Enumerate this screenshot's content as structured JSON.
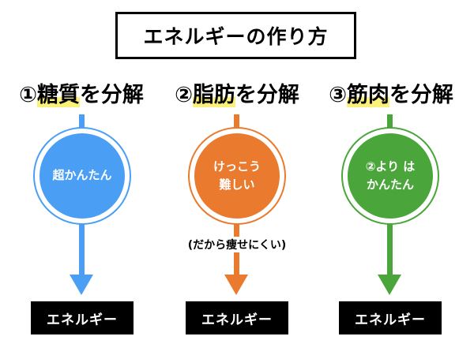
{
  "title": "エネルギーの作り方",
  "colors": {
    "blue": "#4a9ff5",
    "orange": "#ea7a2e",
    "green": "#4aa63a",
    "highlight": "#fbf07a"
  },
  "columns": [
    {
      "number": "①",
      "highlight": "糖質",
      "suffix": "を分解",
      "circle_lines": [
        "超かんたん"
      ],
      "output": "エネルギー"
    },
    {
      "number": "②",
      "highlight": "脂肪",
      "suffix": "を分解",
      "circle_lines": [
        "けっこう",
        "難しい"
      ],
      "note": "(だから痩せにくい)",
      "output": "エネルギー"
    },
    {
      "number": "③",
      "highlight": "筋肉",
      "suffix": "を分解",
      "circle_lines": [
        "②より は",
        "かんたん"
      ],
      "output": "エネルギー"
    }
  ]
}
